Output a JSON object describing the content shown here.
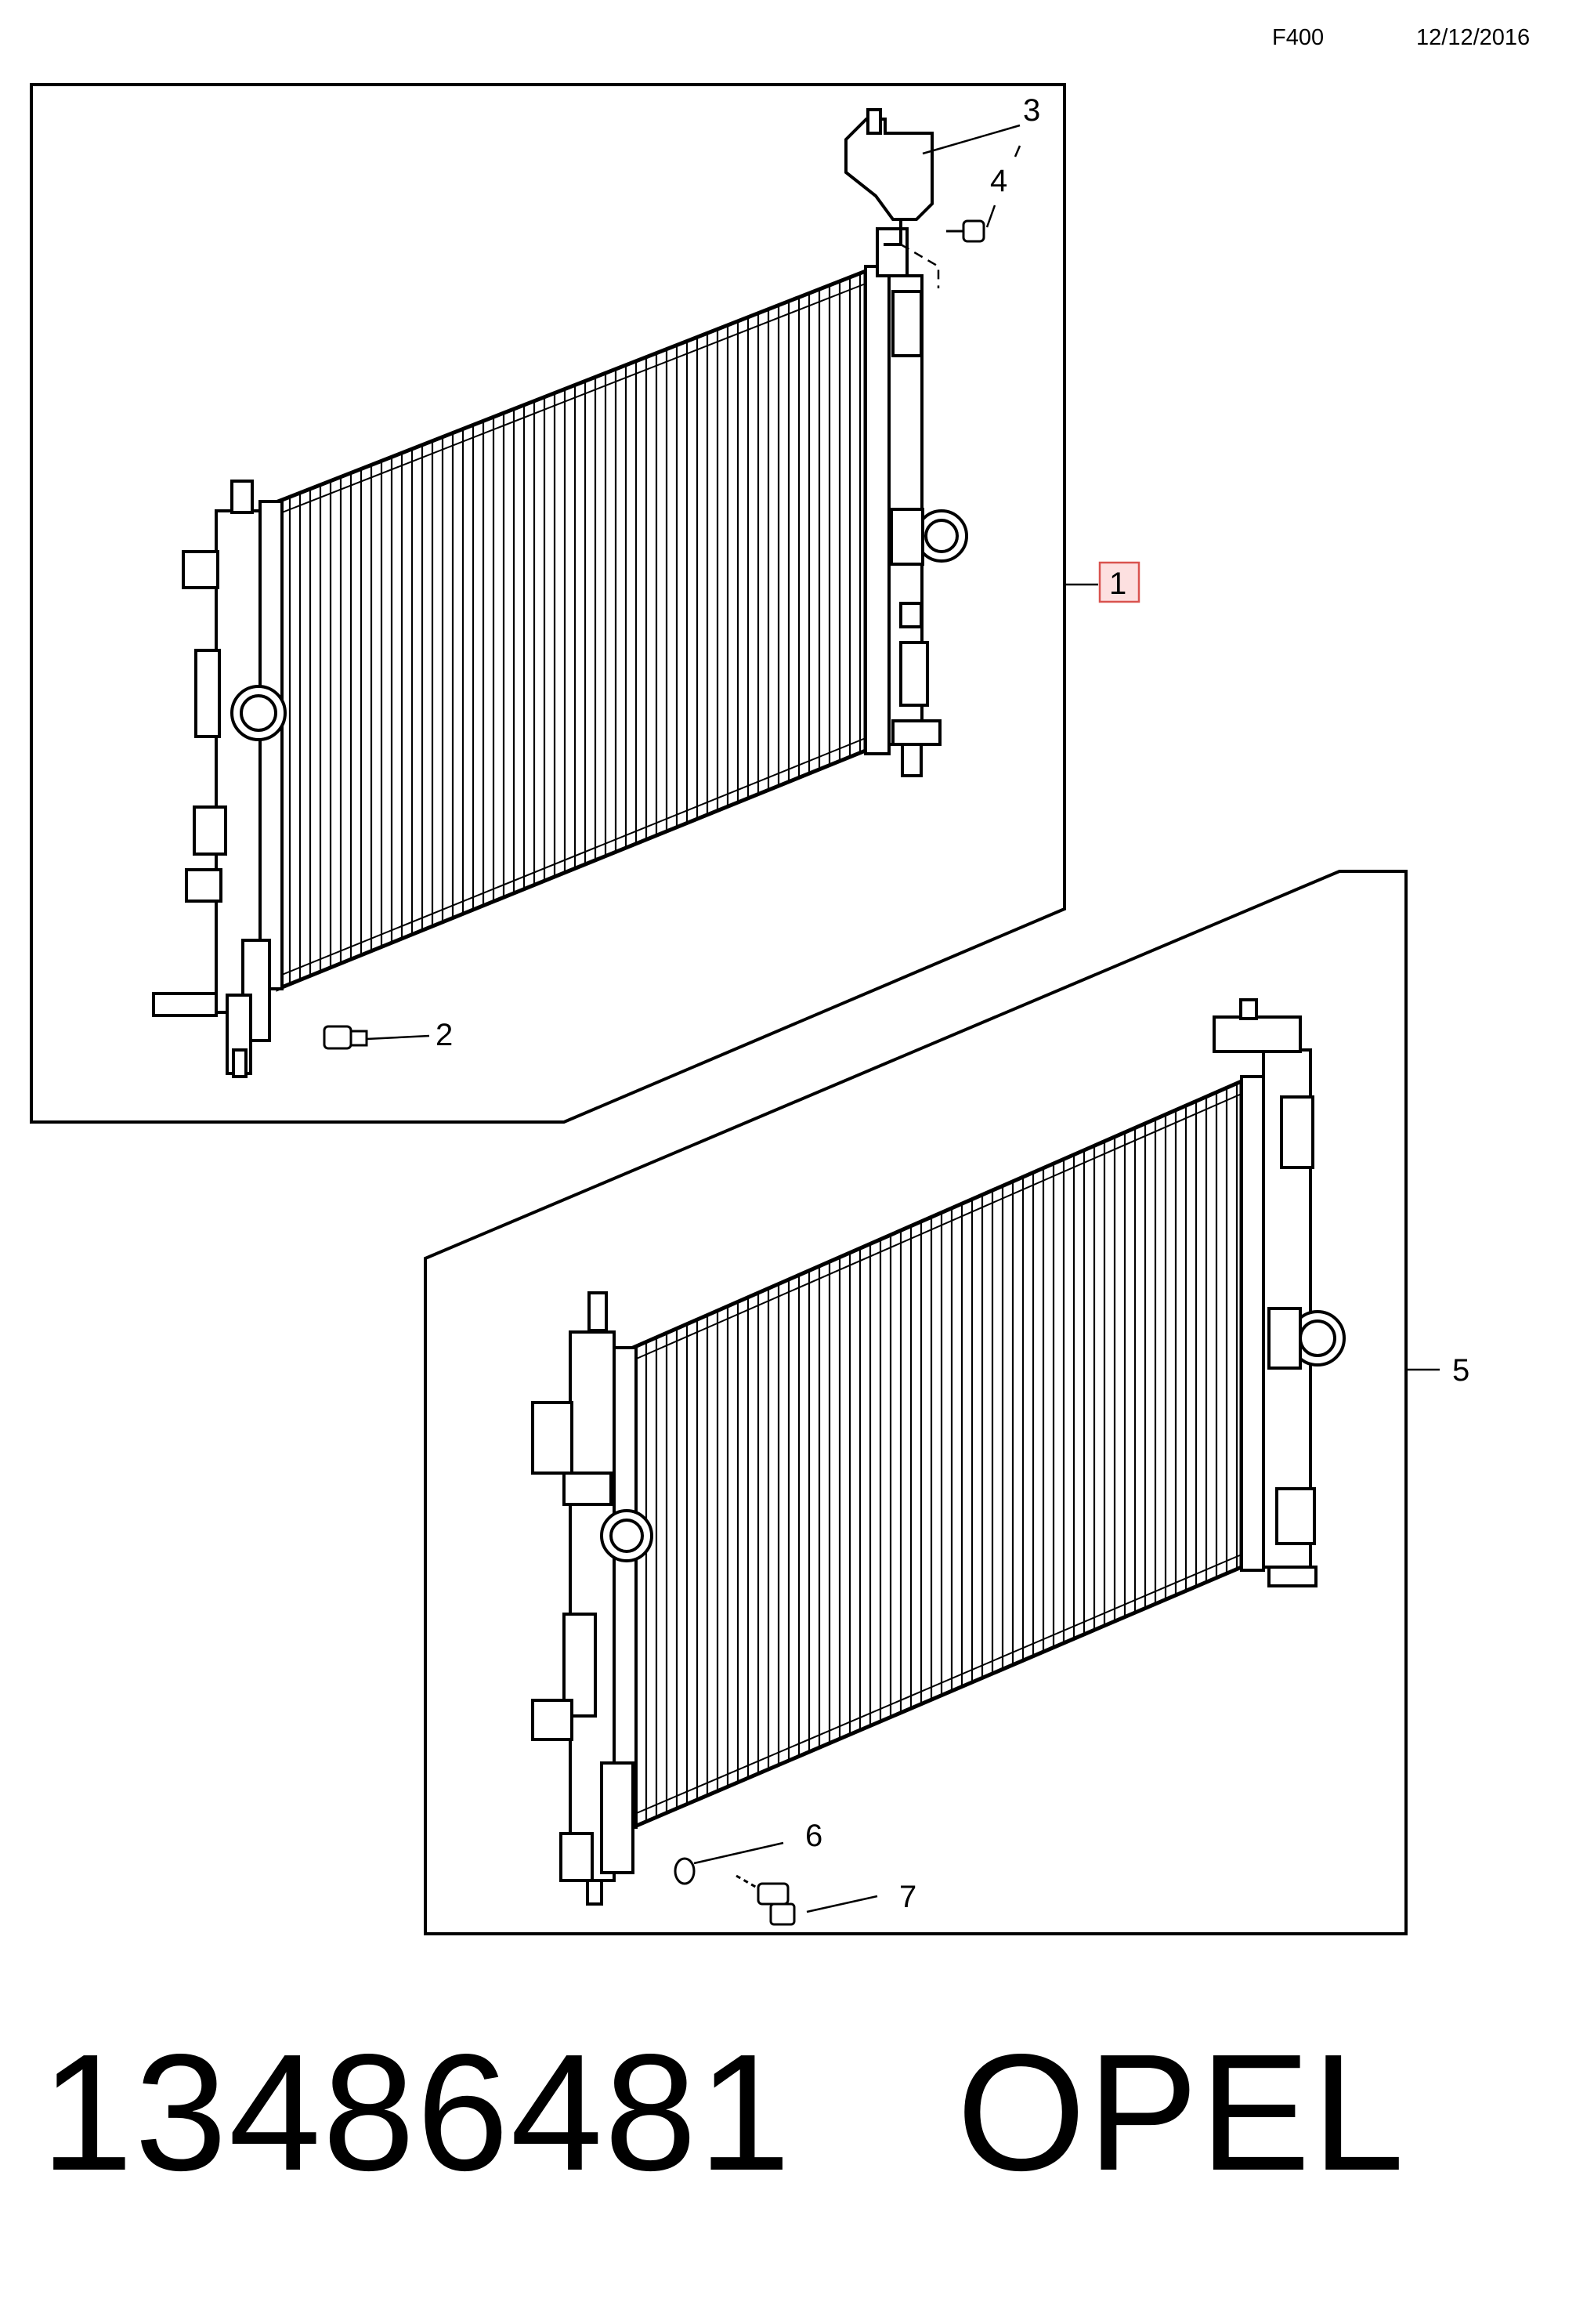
{
  "header": {
    "diagram_code": "F400",
    "date": "12/12/2016"
  },
  "callouts": {
    "c1": "1",
    "c2": "2",
    "c3": "3",
    "c4": "4",
    "c5": "5",
    "c6": "6",
    "c7": "7"
  },
  "colors": {
    "line": "#000000",
    "highlight_border": "#d9534f",
    "highlight_fill": "#fde0e0"
  },
  "footer": {
    "part_number": "13486481",
    "brand": "OPEL"
  }
}
